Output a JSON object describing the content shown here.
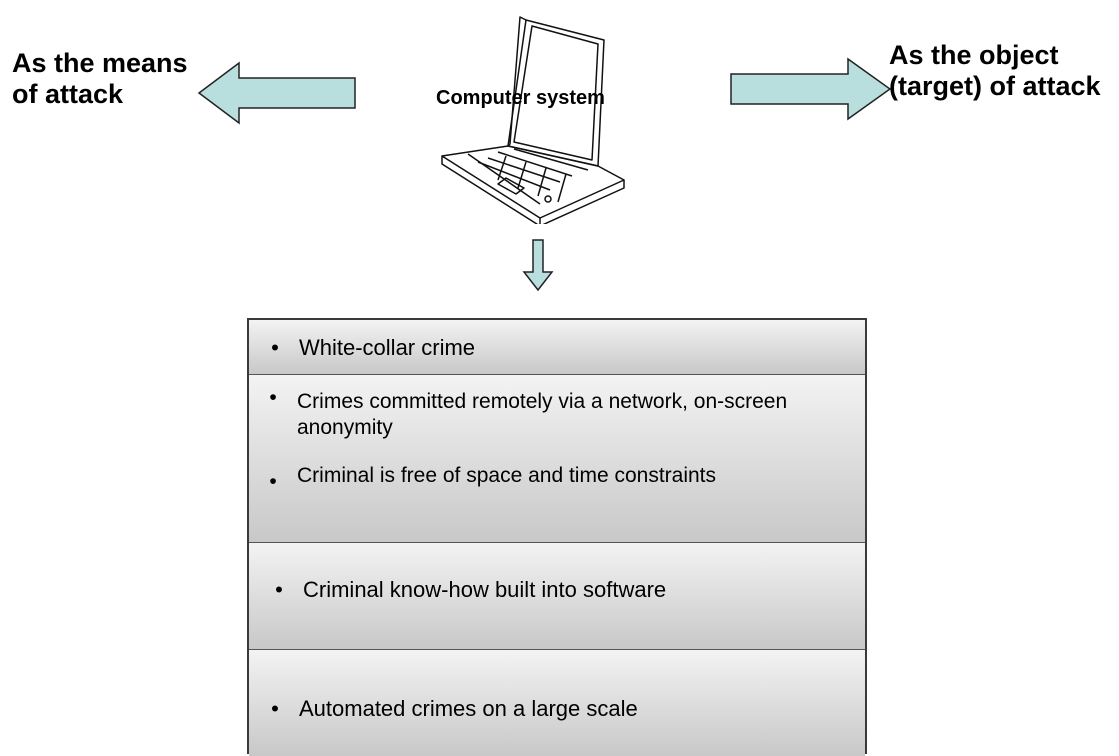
{
  "left_label": "As the means of attack",
  "right_label": "As the object (target) of attack",
  "center_label": "Computer system",
  "icons": {
    "laptop": "laptop-icon",
    "left_arrow": "arrow-left-icon",
    "right_arrow": "arrow-right-icon",
    "down_arrow": "arrow-down-icon"
  },
  "colors": {
    "arrow_fill": "#b8dedd",
    "row_top": "#f3f3f3",
    "row_bottom": "#c8c8c8"
  },
  "traits": {
    "bullet": "•",
    "rows": [
      [
        "White-collar crime"
      ],
      [
        "Crimes committed remotely via a network, on-screen anonymity",
        "Criminal is free of space and time constraints"
      ],
      [
        "Criminal know-how built into software"
      ],
      [
        "Automated crimes on a large scale"
      ]
    ]
  }
}
